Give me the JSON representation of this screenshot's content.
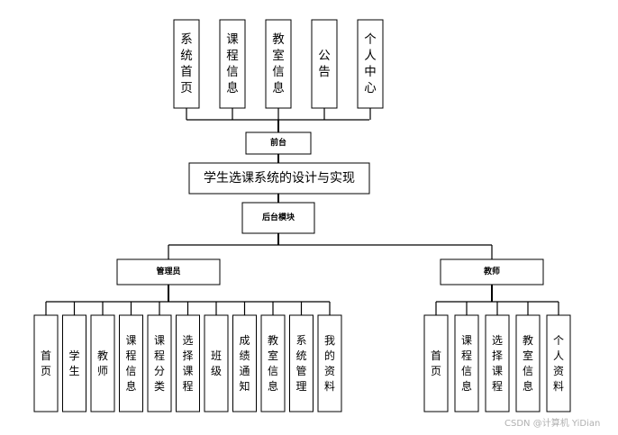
{
  "title": "学生选课系统的设计与实现",
  "frontend": {
    "label": "前台",
    "items": [
      "系统首页",
      "课程信息",
      "教室信息",
      "公告",
      "个人中心"
    ]
  },
  "backend": {
    "label": "后台模块"
  },
  "admin": {
    "label": "管理员",
    "items": [
      "首页",
      "学生",
      "教师",
      "课程信息",
      "课程分类",
      "选择课程",
      "班级",
      "成绩通知",
      "教室信息",
      "系统管理",
      "我的资料"
    ]
  },
  "teacher": {
    "label": "教师",
    "items": [
      "首页",
      "课程信息",
      "选择课程",
      "教室信息",
      "个人资料"
    ]
  },
  "watermark": "CSDN @计算机 YiDian"
}
